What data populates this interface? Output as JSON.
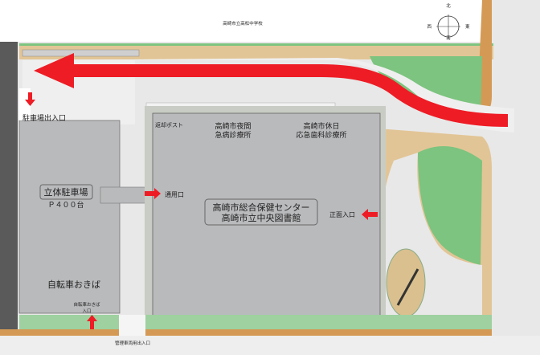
{
  "map": {
    "school": "高崎市立高松中学校",
    "compass": {
      "north": "北",
      "south": "南",
      "east": "東",
      "west": "西"
    },
    "parking_entrance": "駐車場出入口",
    "return_post": "返却ポスト",
    "night_clinic": [
      "高崎市夜間",
      "急病診療所"
    ],
    "holiday_clinic": [
      "高崎市休日",
      "応急歯科診療所"
    ],
    "parking_structure": {
      "name": "立体駐車場",
      "capacity": "Ｐ４００台"
    },
    "service_entrance": "通用口",
    "main_building": [
      "高崎市総合保健センター",
      "高崎市立中央図書館"
    ],
    "main_entrance": "正面入口",
    "bicycle_parking": "自転車おきば",
    "bicycle_entrance": [
      "自転車おきば",
      "入口"
    ],
    "service_vehicle_entrance": "管理車両用出入口"
  },
  "colors": {
    "arrow": "#ee1c25",
    "building": "#b9babc",
    "green": "#7cc47f",
    "tan": "#e2c596",
    "road": "#e6e6e6"
  }
}
